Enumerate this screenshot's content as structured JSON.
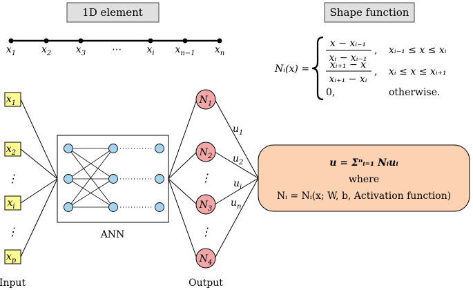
{
  "header_1d": "1D element",
  "header_shape": "Shape function",
  "mesh_nodes": [
    "x1",
    "x2",
    "x3",
    "xi",
    "xn-1",
    "xn"
  ],
  "mesh_labels": [
    {
      "base": "x",
      "sub": "1"
    },
    {
      "base": "x",
      "sub": "2"
    },
    {
      "base": "x",
      "sub": "3"
    },
    {
      "base": "⋯",
      "sub": ""
    },
    {
      "base": "x",
      "sub": "i"
    },
    {
      "base": "x",
      "sub": "n−1"
    },
    {
      "base": "x",
      "sub": "n"
    }
  ],
  "shape_lhs": "Nᵢ(x) =",
  "shape_cases": [
    {
      "num": "x − xᵢ₋₁",
      "den": "xᵢ − xᵢ₋₁",
      "cond": "xᵢ₋₁ ≤ x ≤ xᵢ"
    },
    {
      "num": "xᵢ₊₁ − x",
      "den": "xᵢ₊₁ − xᵢ",
      "cond": "xᵢ ≤ x ≤ xᵢ₊₁"
    },
    {
      "num": "0,",
      "den": "",
      "cond": "otherwise."
    }
  ],
  "inputs": [
    {
      "base": "x",
      "sub": "1"
    },
    {
      "base": "x",
      "sub": "2"
    },
    {
      "base": "⋮",
      "sub": ""
    },
    {
      "base": "x",
      "sub": "i"
    },
    {
      "base": "⋮",
      "sub": ""
    },
    {
      "base": "x",
      "sub": "p"
    }
  ],
  "outputs": [
    {
      "base": "N",
      "sub": "1"
    },
    {
      "base": "N",
      "sub": "2"
    },
    {
      "base": "⋮",
      "sub": ""
    },
    {
      "base": "N",
      "sub": "3"
    },
    {
      "base": "⋮",
      "sub": ""
    },
    {
      "base": "N",
      "sub": "4"
    }
  ],
  "weights": [
    "u1",
    "u2",
    "ui",
    "un"
  ],
  "ann_label": "ANN",
  "input_label": "Input",
  "output_label": "Output",
  "result": {
    "eq_line": "u = Σⁿᵢ₌₁ Nᵢuᵢ",
    "where": "where",
    "ni_line": "Nᵢ = Nᵢ(x; W, b, Activation function)"
  },
  "colors": {
    "header_fill": "#e0e0e0",
    "input_fill": "#fdfb93",
    "neuron_fill": "#a4d4ee",
    "output_fill": "#f2a7a7",
    "result_fill": "#fcd2b3"
  }
}
